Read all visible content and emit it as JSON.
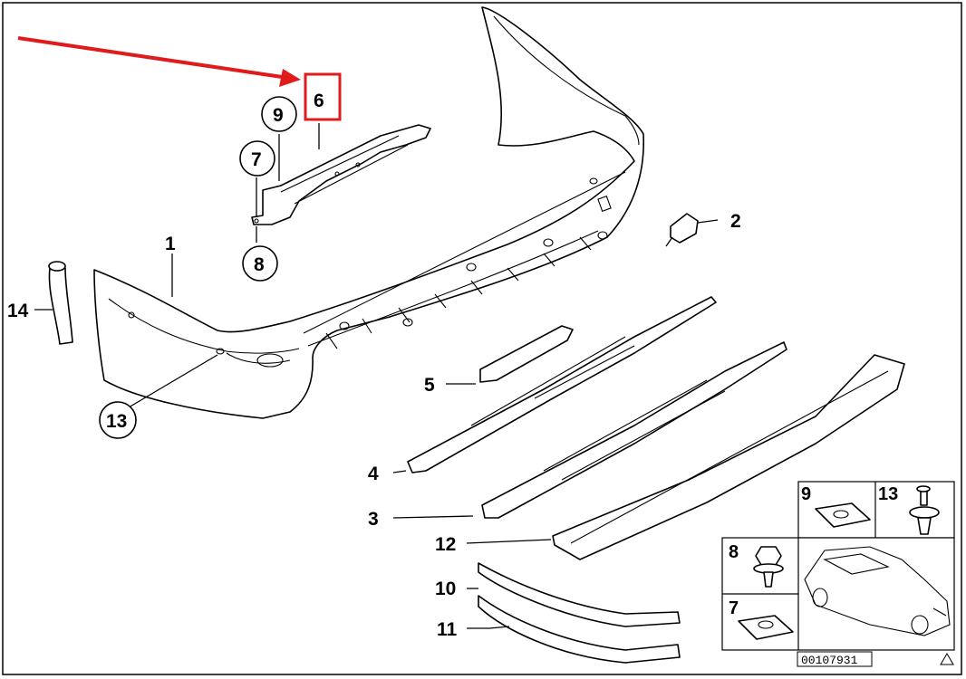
{
  "diagram": {
    "callouts": [
      {
        "id": "1",
        "text": "1"
      },
      {
        "id": "2",
        "text": "2"
      },
      {
        "id": "3",
        "text": "3"
      },
      {
        "id": "4",
        "text": "4"
      },
      {
        "id": "5",
        "text": "5"
      },
      {
        "id": "6",
        "text": "6"
      },
      {
        "id": "7",
        "text": "7"
      },
      {
        "id": "8",
        "text": "8"
      },
      {
        "id": "9",
        "text": "9"
      },
      {
        "id": "10",
        "text": "10"
      },
      {
        "id": "11",
        "text": "11"
      },
      {
        "id": "12",
        "text": "12"
      },
      {
        "id": "13",
        "text": "13"
      },
      {
        "id": "14",
        "text": "14"
      }
    ],
    "inset_labels": {
      "a": "9",
      "b": "13",
      "c": "8",
      "d": "7"
    },
    "diagram_code": "00107931",
    "highlight": {
      "target": "6",
      "color": "#e01b1b"
    },
    "arrow_color": "#e01b1b"
  }
}
